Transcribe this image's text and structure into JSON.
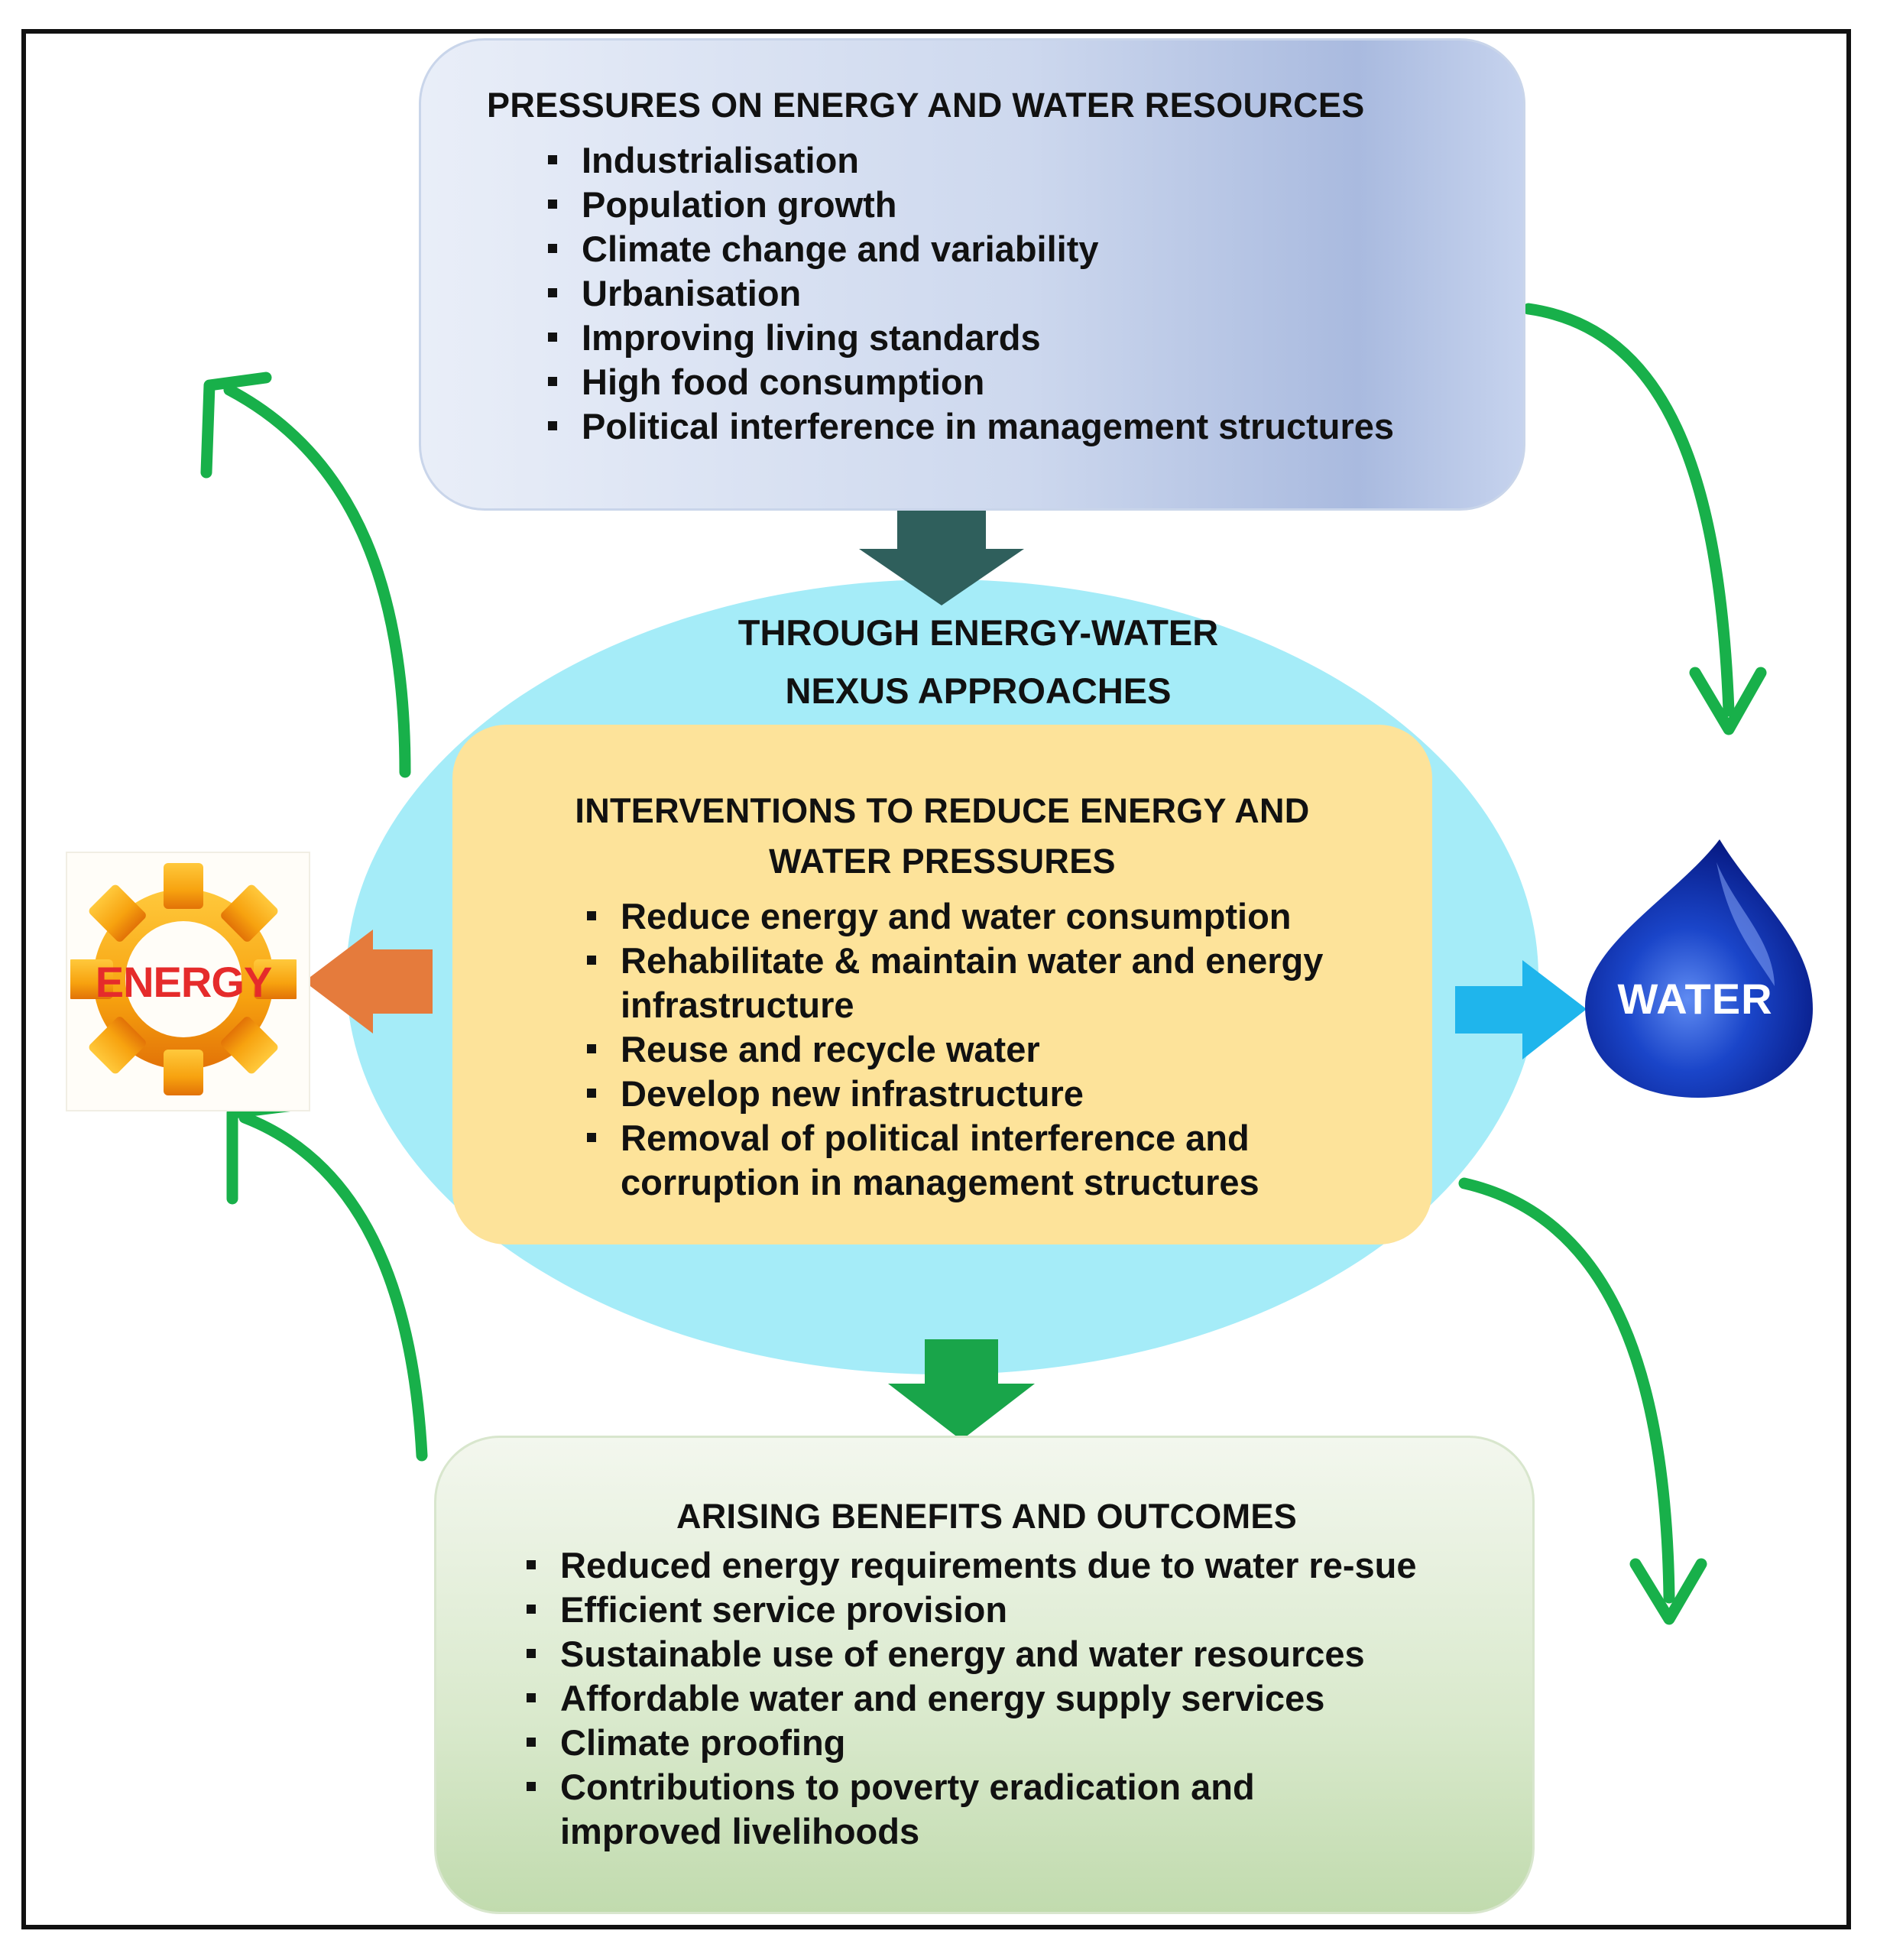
{
  "pressures": {
    "heading": "PRESSURES ON ENERGY AND WATER RESOURCES",
    "items": [
      "Industrialisation",
      "Population growth",
      "Climate change and variability",
      "Urbanisation",
      "Improving living standards",
      "High food consumption",
      "Political interference in management structures"
    ]
  },
  "nexus": {
    "line1": "THROUGH ENERGY-WATER",
    "line2": "NEXUS APPROACHES"
  },
  "interventions": {
    "heading_line1": "INTERVENTIONS TO REDUCE ENERGY AND",
    "heading_line2": "WATER PRESSURES",
    "items": [
      "Reduce energy and water consumption",
      "Rehabilitate & maintain water and energy infrastructure",
      "Reuse and recycle water",
      "Develop new infrastructure",
      "Removal of political interference and corruption in management structures"
    ]
  },
  "benefits": {
    "heading": "ARISING BENEFITS AND OUTCOMES",
    "items": [
      "Reduced energy requirements due to water re-sue",
      "Efficient service provision",
      "Sustainable use of energy and water resources",
      "Affordable water and energy supply services",
      "Climate proofing",
      "Contributions to poverty eradication and improved livelihoods"
    ]
  },
  "energy": {
    "label": "ENERGY"
  },
  "water": {
    "label": "WATER"
  },
  "colors": {
    "green_arrow": "#18b04a",
    "ellipse": "#a5ecf8",
    "orange_arrow": "#e57b3c",
    "blue_arrow": "#1fb5ec",
    "dark_arrow": "#2f5f5c",
    "gear_outer": "#f6a715",
    "drop": "#0d2fa8"
  },
  "icons": [
    "gear-icon",
    "water-drop-icon"
  ]
}
